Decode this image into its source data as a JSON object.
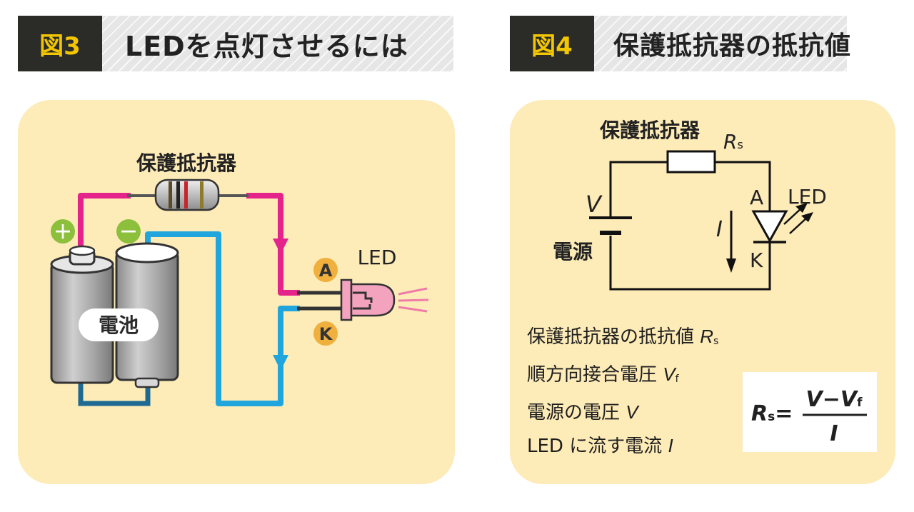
{
  "figure3": {
    "badge": "図3",
    "title": "LEDを点灯させるには",
    "resistor_label": "保護抵抗器",
    "plus_label": "＋",
    "minus_label": "－",
    "battery_label": "電池",
    "led_label": "LED",
    "anode_label": "A",
    "cathode_label": "K",
    "colors": {
      "positive_wire": "#e4248a",
      "negative_wire": "#20a6dc",
      "panel_bg": "#fdebb8",
      "led_body": "#f3a3bd"
    }
  },
  "figure4": {
    "badge": "図4",
    "title": "保護抵抗器の抵抗値",
    "resistor_label": "保護抵抗器",
    "resistor_symbol": "R",
    "resistor_subscript": "s",
    "voltage_symbol": "V",
    "source_label": "電源",
    "current_symbol": "I",
    "anode_label": "A",
    "cathode_label": "K",
    "led_label": "LED",
    "legend": {
      "line1_text": "保護抵抗器の抵抗値 ",
      "line1_symbol": "R",
      "line1_sub": "s",
      "line2_text": "順方向接合電圧 ",
      "line2_symbol": "V",
      "line2_sub": "f",
      "line3_text": "電源の電圧 ",
      "line3_symbol": "V",
      "line4_text": "LED に流す電流 ",
      "line4_symbol": "I"
    },
    "formula": {
      "lhs_symbol": "R",
      "lhs_sub": "s",
      "equals": "=",
      "numerator_v": "V",
      "minus": "−",
      "numerator_vf": "V",
      "numerator_sub": "f",
      "denominator": "I"
    }
  },
  "header_colors": {
    "badge_bg": "#2b2b27",
    "badge_text": "#f2c600"
  }
}
